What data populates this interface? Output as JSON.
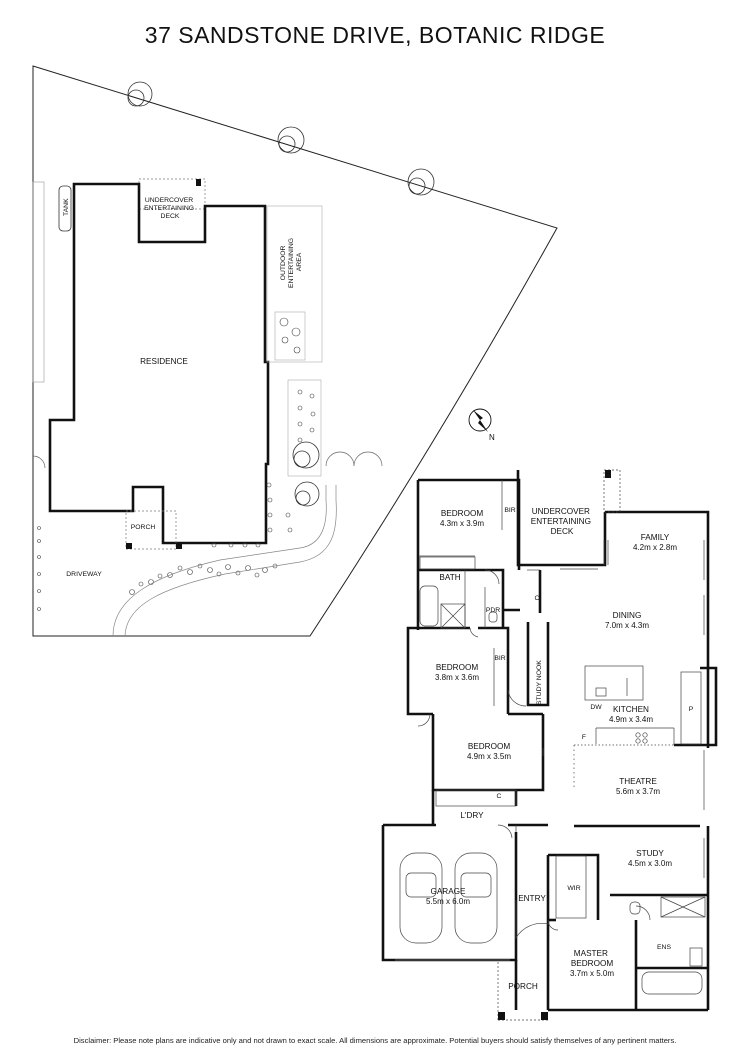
{
  "title": "37 SANDSTONE DRIVE, BOTANIC RIDGE",
  "disclaimer": "Disclaimer: Please note plans are indicative only and not drawn to exact scale. All dimensions are approximate. Potential buyers should satisfy themselves of any pertinent matters.",
  "site_plan": {
    "tank": "TANK",
    "undercover_deck": [
      "UNDERCOVER",
      "ENTERTAINING",
      "DECK"
    ],
    "outdoor_area": [
      "OUTDOOR",
      "ENTERTAINING",
      "AREA"
    ],
    "residence": "RESIDENCE",
    "porch": "PORCH",
    "driveway": "DRIVEWAY",
    "compass_n": "N"
  },
  "floor_plan": {
    "rooms": [
      {
        "id": "bedroom-1",
        "name": "BEDROOM",
        "dims": "4.3m x 3.9m"
      },
      {
        "id": "deck",
        "name": [
          "UNDERCOVER",
          "ENTERTAINING",
          "DECK"
        ]
      },
      {
        "id": "family",
        "name": "FAMILY",
        "dims": "4.2m x 2.8m"
      },
      {
        "id": "dining",
        "name": "DINING",
        "dims": "7.0m x 4.3m"
      },
      {
        "id": "bedroom-2",
        "name": "BEDROOM",
        "dims": "3.8m x 3.6m"
      },
      {
        "id": "kitchen",
        "name": "KITCHEN",
        "dims": "4.9m x 3.4m"
      },
      {
        "id": "bedroom-3",
        "name": "BEDROOM",
        "dims": "4.9m x 3.5m"
      },
      {
        "id": "theatre",
        "name": "THEATRE",
        "dims": "5.6m x 3.7m"
      },
      {
        "id": "study",
        "name": "STUDY",
        "dims": "4.5m x 3.0m"
      },
      {
        "id": "garage",
        "name": "GARAGE",
        "dims": "5.5m x 6.0m"
      },
      {
        "id": "master",
        "name": [
          "MASTER",
          "BEDROOM"
        ],
        "dims": "3.7m x 5.0m"
      }
    ],
    "labels": {
      "bir": "BIR",
      "bath": "BATH",
      "pdr": "PDR",
      "c": "C",
      "study_nook": "STUDY NOOK",
      "dw": "DW",
      "p": "P",
      "f": "F",
      "ldry": "L'DRY",
      "entry": "ENTRY",
      "wir": "WIR",
      "ens": "ENS",
      "porch": "PORCH"
    }
  }
}
